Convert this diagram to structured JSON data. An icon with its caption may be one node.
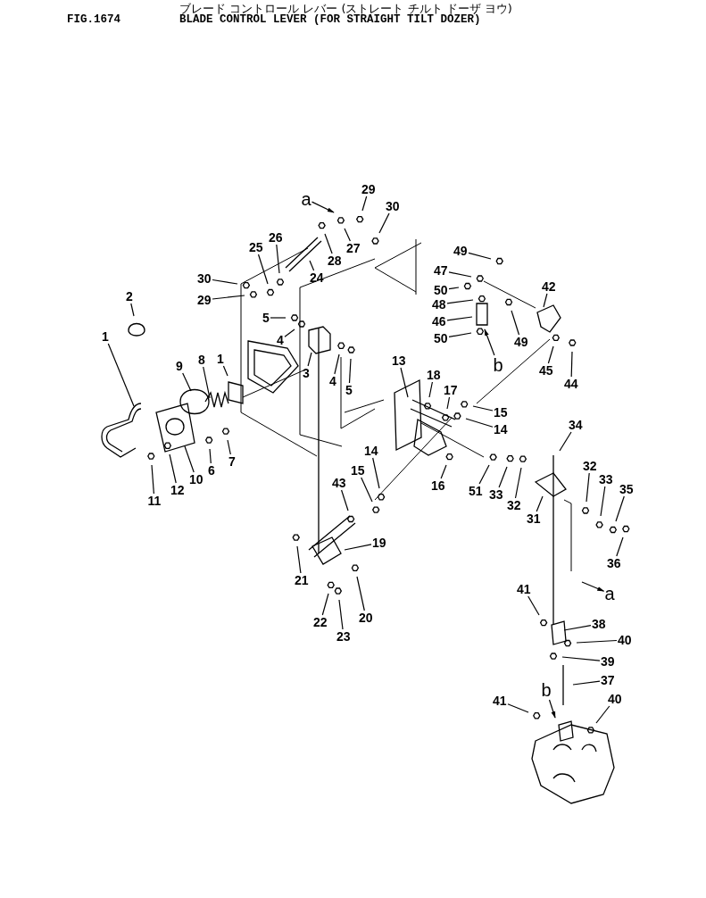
{
  "diagram": {
    "title": "BLADE CONTROL LEVER (FOR STRAIGHT TILT DOZER)",
    "nodes": [
      {
        "text": [
          "a"
        ]
      },
      {
        "text": [
          "29"
        ]
      },
      {
        "text": [
          "30"
        ]
      },
      {
        "text": [
          "27"
        ]
      },
      {
        "text": [
          "26"
        ]
      },
      {
        "text": [
          "28"
        ]
      },
      {
        "text": [
          "25"
        ]
      },
      {
        "text": [
          "24"
        ]
      },
      {
        "text": [
          "30"
        ]
      },
      {
        "text": [
          "29"
        ]
      },
      {
        "text": [
          "2"
        ]
      },
      {
        "text": [
          "5"
        ]
      },
      {
        "text": [
          "4"
        ]
      },
      {
        "text": [
          "1"
        ]
      },
      {
        "text": [
          "9"
        ]
      },
      {
        "text": [
          "8"
        ]
      },
      {
        "text": [
          "1"
        ]
      },
      {
        "text": [
          "3"
        ]
      },
      {
        "text": [
          "4"
        ]
      },
      {
        "text": [
          "5"
        ]
      },
      {
        "text": [
          "11"
        ]
      },
      {
        "text": [
          "12"
        ]
      },
      {
        "text": [
          "10"
        ]
      },
      {
        "text": [
          "6"
        ]
      },
      {
        "text": [
          "7"
        ]
      },
      {
        "text": [
          "49"
        ]
      },
      {
        "text": [
          "47"
        ]
      },
      {
        "text": [
          "50"
        ]
      },
      {
        "text": [
          "48"
        ]
      },
      {
        "text": [
          "46"
        ]
      },
      {
        "text": [
          "50"
        ]
      },
      {
        "text": [
          "49"
        ]
      },
      {
        "text": [
          "b"
        ]
      },
      {
        "text": [
          "42"
        ]
      },
      {
        "text": [
          "45"
        ]
      },
      {
        "text": [
          "44"
        ]
      },
      {
        "text": [
          "13"
        ]
      },
      {
        "text": [
          "18"
        ]
      },
      {
        "text": [
          "17"
        ]
      },
      {
        "text": [
          "15"
        ]
      },
      {
        "text": [
          "14"
        ]
      },
      {
        "text": [
          "14"
        ]
      },
      {
        "text": [
          "15"
        ]
      },
      {
        "text": [
          "43"
        ]
      },
      {
        "text": [
          "16"
        ]
      },
      {
        "text": [
          "51"
        ]
      },
      {
        "text": [
          "33"
        ]
      },
      {
        "text": [
          "32"
        ]
      },
      {
        "text": [
          "34"
        ]
      },
      {
        "text": [
          "31"
        ]
      },
      {
        "text": [
          "32"
        ]
      },
      {
        "text": [
          "33"
        ]
      },
      {
        "text": [
          "35"
        ]
      },
      {
        "text": [
          "36"
        ]
      },
      {
        "text": [
          "19"
        ]
      },
      {
        "text": [
          "21"
        ]
      },
      {
        "text": [
          "20"
        ]
      },
      {
        "text": [
          "22"
        ]
      },
      {
        "text": [
          "23"
        ]
      },
      {
        "text": [
          "a"
        ]
      },
      {
        "text": [
          "41"
        ]
      },
      {
        "text": [
          "38"
        ]
      },
      {
        "text": [
          "40"
        ]
      },
      {
        "text": [
          "39"
        ]
      },
      {
        "text": [
          "37"
        ]
      },
      {
        "text": [
          "b"
        ]
      },
      {
        "text": [
          "41"
        ]
      },
      {
        "text": [
          "40"
        ]
      }
    ],
    "edges": [
      {
        "from": 0,
        "to": null,
        "arrow": "to"
      },
      {
        "from": 1,
        "to": null,
        "arrow": "none"
      },
      {
        "from": 2,
        "to": null,
        "arrow": "none"
      },
      {
        "from": 3,
        "to": null,
        "arrow": "none"
      },
      {
        "from": 4,
        "to": null,
        "arrow": "none"
      },
      {
        "from": 5,
        "to": null,
        "arrow": "none"
      },
      {
        "from": 6,
        "to": null,
        "arrow": "none"
      },
      {
        "from": 7,
        "to": null,
        "arrow": "none"
      },
      {
        "from": 8,
        "to": null,
        "arrow": "none"
      },
      {
        "from": 9,
        "to": null,
        "arrow": "none"
      },
      {
        "from": 10,
        "to": null,
        "arrow": "none"
      },
      {
        "from": 11,
        "to": null,
        "arrow": "none"
      },
      {
        "from": 12,
        "to": null,
        "arrow": "none"
      },
      {
        "from": 13,
        "to": null,
        "arrow": "none"
      },
      {
        "from": 14,
        "to": null,
        "arrow": "none"
      },
      {
        "from": 15,
        "to": null,
        "arrow": "none"
      },
      {
        "from": 16,
        "to": null,
        "arrow": "none"
      },
      {
        "from": 17,
        "to": null,
        "arrow": "none"
      },
      {
        "from": 18,
        "to": null,
        "arrow": "none"
      },
      {
        "from": 19,
        "to": null,
        "arrow": "none"
      },
      {
        "from": 20,
        "to": null,
        "arrow": "none"
      },
      {
        "from": 21,
        "to": null,
        "arrow": "none"
      },
      {
        "from": 22,
        "to": null,
        "arrow": "none"
      },
      {
        "from": 23,
        "to": null,
        "arrow": "none"
      },
      {
        "from": 24,
        "to": null,
        "arrow": "none"
      },
      {
        "from": 25,
        "to": null,
        "arrow": "none"
      },
      {
        "from": 26,
        "to": null,
        "arrow": "none"
      },
      {
        "from": 27,
        "to": null,
        "arrow": "none"
      },
      {
        "from": 28,
        "to": null,
        "arrow": "none"
      },
      {
        "from": 29,
        "to": null,
        "arrow": "none"
      },
      {
        "from": 30,
        "to": null,
        "arrow": "none"
      },
      {
        "from": 31,
        "to": null,
        "arrow": "none"
      },
      {
        "from": 32,
        "to": null,
        "arrow": "to"
      },
      {
        "from": 33,
        "to": null,
        "arrow": "none"
      },
      {
        "from": 34,
        "to": null,
        "arrow": "none"
      },
      {
        "from": 35,
        "to": null,
        "arrow": "none"
      },
      {
        "from": 36,
        "to": null,
        "arrow": "none"
      },
      {
        "from": 37,
        "to": null,
        "arrow": "none"
      },
      {
        "from": 38,
        "to": null,
        "arrow": "none"
      },
      {
        "from": 39,
        "to": null,
        "arrow": "none"
      },
      {
        "from": 40,
        "to": null,
        "arrow": "none"
      },
      {
        "from": 41,
        "to": null,
        "arrow": "none"
      },
      {
        "from": 42,
        "to": null,
        "arrow": "none"
      },
      {
        "from": 43,
        "to": null,
        "arrow": "none"
      },
      {
        "from": 44,
        "to": null,
        "arrow": "none"
      },
      {
        "from": 45,
        "to": null,
        "arrow": "none"
      },
      {
        "from": 46,
        "to": null,
        "arrow": "none"
      },
      {
        "from": 47,
        "to": null,
        "arrow": "none"
      },
      {
        "from": 48,
        "to": null,
        "arrow": "none"
      },
      {
        "from": 49,
        "to": null,
        "arrow": "none"
      },
      {
        "from": 50,
        "to": null,
        "arrow": "none"
      },
      {
        "from": 51,
        "to": null,
        "arrow": "none"
      },
      {
        "from": 52,
        "to": null,
        "arrow": "none"
      },
      {
        "from": 53,
        "to": null,
        "arrow": "none"
      },
      {
        "from": 54,
        "to": null,
        "arrow": "none"
      },
      {
        "from": 55,
        "to": null,
        "arrow": "none"
      },
      {
        "from": 56,
        "to": null,
        "arrow": "none"
      },
      {
        "from": 57,
        "to": null,
        "arrow": "none"
      },
      {
        "from": 58,
        "to": null,
        "arrow": "none"
      },
      {
        "from": null,
        "to": 59,
        "arrow": "to"
      },
      {
        "from": 60,
        "to": null,
        "arrow": "none"
      },
      {
        "from": 61,
        "to": null,
        "arrow": "none"
      },
      {
        "from": 62,
        "to": null,
        "arrow": "none"
      },
      {
        "from": 63,
        "to": null,
        "arrow": "none"
      },
      {
        "from": 64,
        "to": null,
        "arrow": "none"
      },
      {
        "from": 65,
        "to": null,
        "arrow": "to"
      },
      {
        "from": 66,
        "to": null,
        "arrow": "none"
      },
      {
        "from": 67,
        "to": null,
        "arrow": "none"
      }
    ],
    "labels": [
      "ブレード コントロール レバー (ストレート チルト ドーザ ヨウ)",
      "FIG.1674"
    ]
  }
}
